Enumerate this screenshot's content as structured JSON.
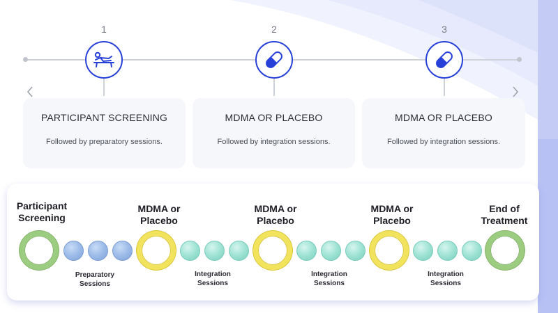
{
  "timeline": {
    "steps": [
      {
        "number": "1",
        "icon": "reclining-person-icon",
        "title": "PARTICIPANT SCREENING",
        "description": "Followed by preparatory sessions."
      },
      {
        "number": "2",
        "icon": "pill-capsule-icon",
        "title": "MDMA OR PLACEBO",
        "description": "Followed by integration sessions."
      },
      {
        "number": "3",
        "icon": "pill-capsule-icon",
        "title": "MDMA OR PLACEBO",
        "description": "Followed by integration sessions."
      }
    ],
    "nav": {
      "prev_icon": "chevron-left-icon",
      "next_icon": "chevron-right-icon"
    }
  },
  "flow": {
    "milestones": [
      {
        "label_lines": [
          "Participant",
          "Screening"
        ],
        "color": "#9ccc80"
      },
      {
        "label_lines": [
          "MDMA or",
          "Placebo"
        ],
        "color": "#f2e35c"
      },
      {
        "label_lines": [
          "MDMA or",
          "Placebo"
        ],
        "color": "#f2e35c"
      },
      {
        "label_lines": [
          "MDMA or",
          "Placebo"
        ],
        "color": "#f2e35c"
      },
      {
        "label_lines": [
          "End of",
          "Treatment"
        ],
        "color": "#9ccc80"
      }
    ],
    "session_groups": [
      {
        "label_lines": [
          "Preparatory",
          "Sessions"
        ],
        "count": 3,
        "color": "#9cbbe8"
      },
      {
        "label_lines": [
          "Integration",
          "Sessions"
        ],
        "count": 3,
        "color": "#9ee3d4"
      },
      {
        "label_lines": [
          "Integration",
          "Sessions"
        ],
        "count": 3,
        "color": "#9ee3d4"
      },
      {
        "label_lines": [
          "Integration",
          "Sessions"
        ],
        "count": 3,
        "color": "#9ee3d4"
      }
    ]
  },
  "colors": {
    "accent": "#2740d8",
    "card_bg": "#f6f7fa"
  }
}
